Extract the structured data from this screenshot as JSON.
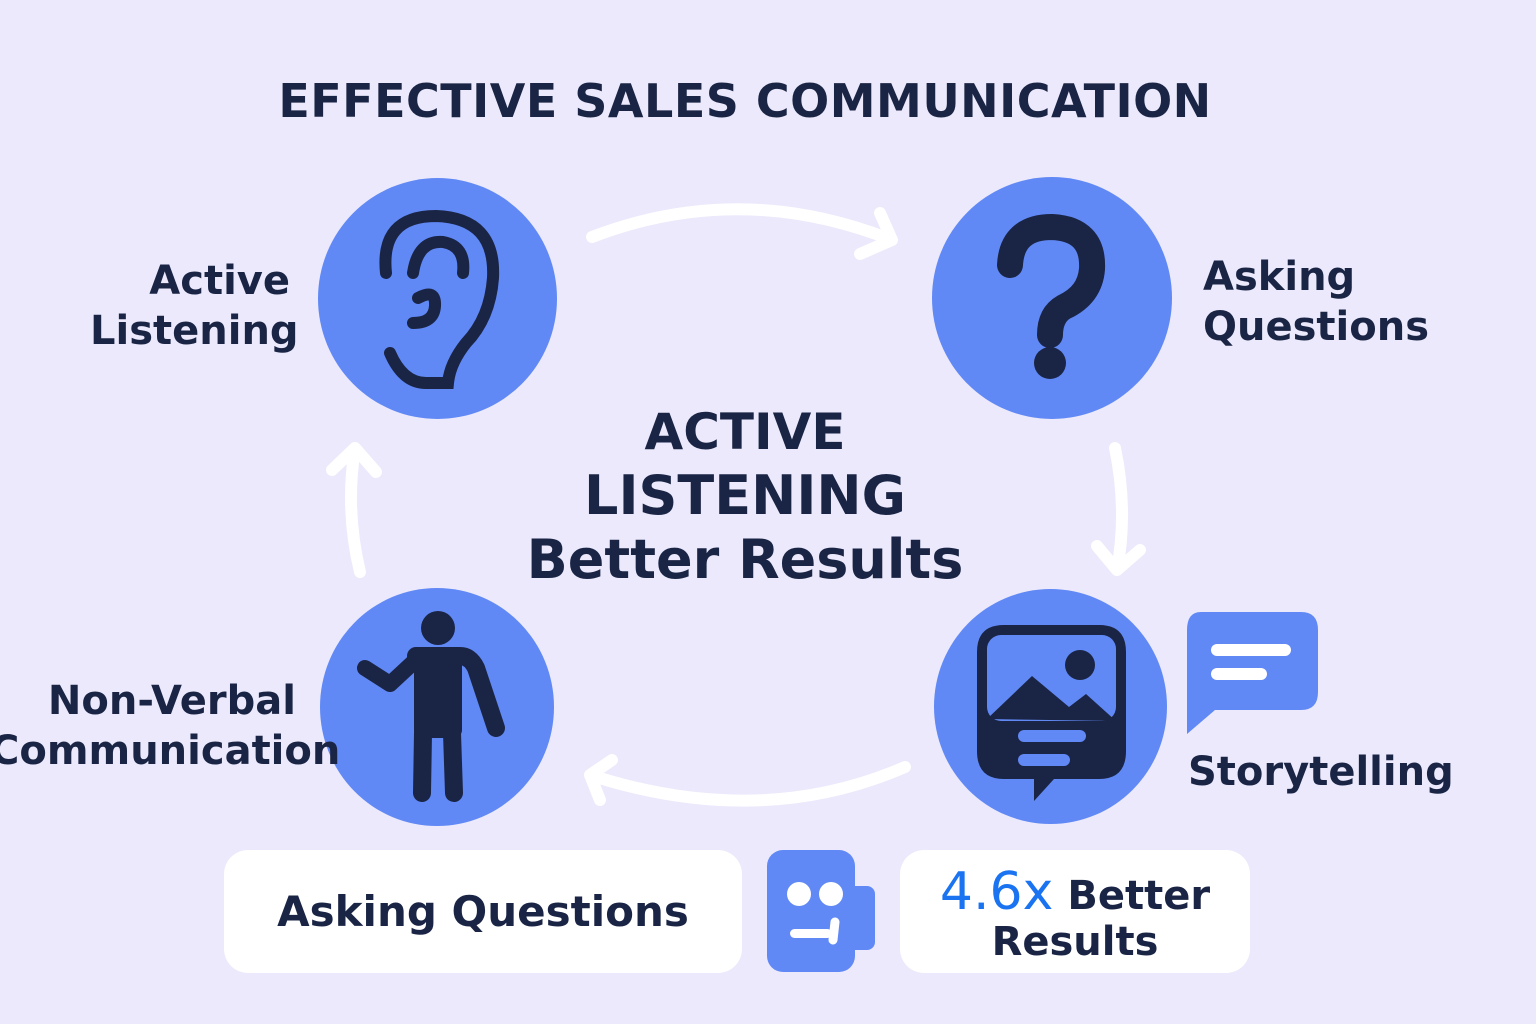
{
  "title": "EFFECTIVE SALES COMMUNICATION",
  "center": {
    "line1": "ACTIVE",
    "line2": "LISTENING",
    "line3": "Better Results"
  },
  "steps": [
    {
      "label_line1": "Active",
      "label_line2": "Listening",
      "icon": "ear-icon"
    },
    {
      "label_line1": "Asking",
      "label_line2": "Questions",
      "icon": "question-mark-icon"
    },
    {
      "label": "Storytelling",
      "icon": "image-speech-bubble-icon"
    },
    {
      "label_line1": "Non-Verbal",
      "label_line2": "Communication",
      "icon": "person-waving-icon"
    }
  ],
  "bottom": {
    "card_left": "Asking Questions",
    "stat_value": "4.6x",
    "stat_line1": "Better",
    "stat_line2": "Results"
  },
  "colors": {
    "background": "#ebe9fb",
    "accent": "#6189f5",
    "dark": "#1a2444",
    "stat": "#1a73f0"
  }
}
